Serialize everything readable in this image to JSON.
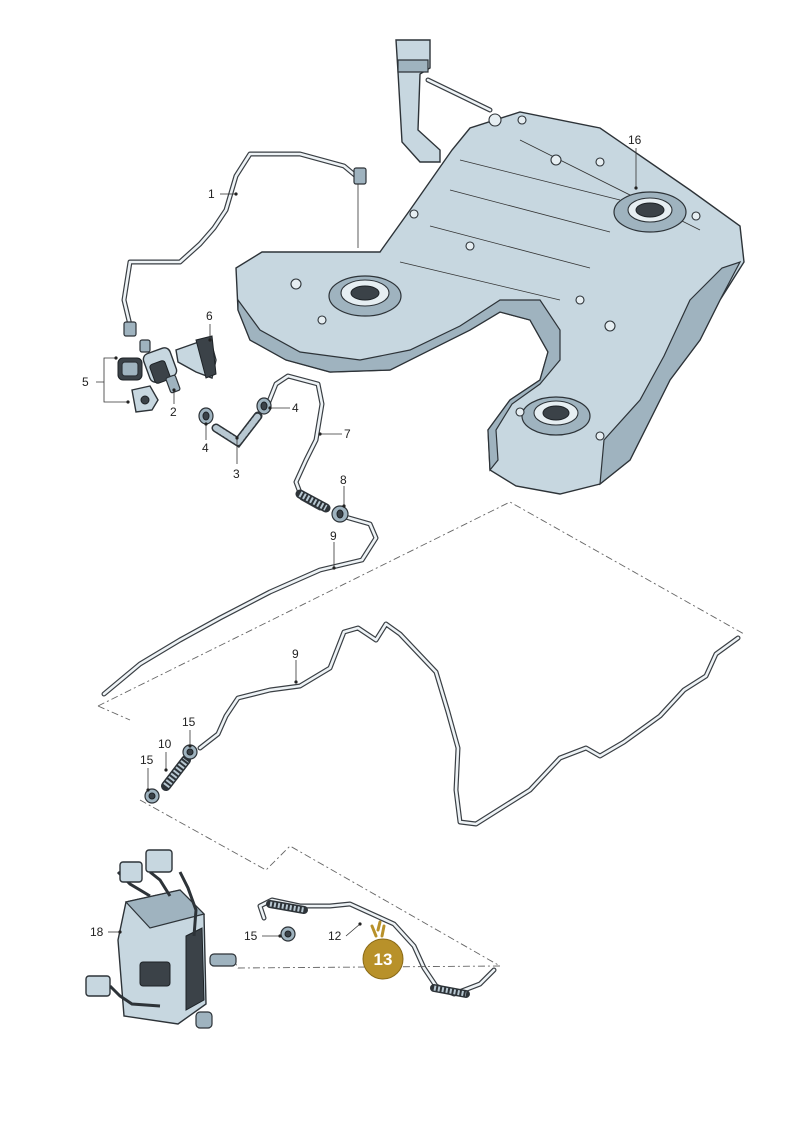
{
  "labels": [
    {
      "id": "p1",
      "text": "1"
    },
    {
      "id": "p2",
      "text": "2"
    },
    {
      "id": "p3",
      "text": "3"
    },
    {
      "id": "p4a",
      "text": "4"
    },
    {
      "id": "p4b",
      "text": "4"
    },
    {
      "id": "p5",
      "text": "5"
    },
    {
      "id": "p6",
      "text": "6"
    },
    {
      "id": "p7",
      "text": "7"
    },
    {
      "id": "p8",
      "text": "8"
    },
    {
      "id": "p9a",
      "text": "9"
    },
    {
      "id": "p9b",
      "text": "9"
    },
    {
      "id": "p10",
      "text": "10"
    },
    {
      "id": "p12",
      "text": "12"
    },
    {
      "id": "p15a",
      "text": "15"
    },
    {
      "id": "p15b",
      "text": "15"
    },
    {
      "id": "p15c",
      "text": "15"
    },
    {
      "id": "p16",
      "text": "16"
    },
    {
      "id": "p18",
      "text": "18"
    }
  ],
  "badge": {
    "text": "13",
    "color": "#b8912a"
  },
  "colors": {
    "metal": "#c7d7e0",
    "outline": "#2d3338",
    "background": "#ffffff"
  }
}
